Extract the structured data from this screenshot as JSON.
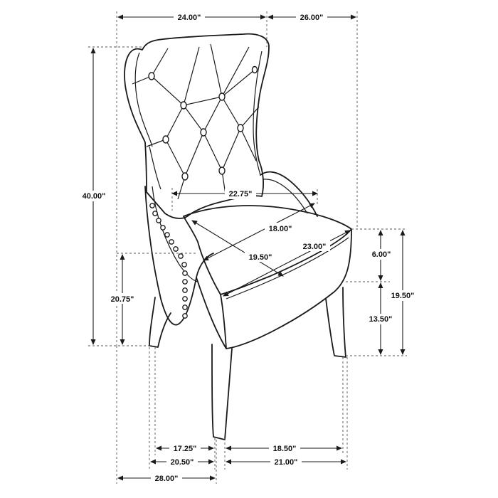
{
  "dimensions": {
    "overall_width": "24.00\"",
    "overall_depth": "26.00\"",
    "overall_height": "40.00\"",
    "seat_height": "20.75\"",
    "inner_width": "22.75\"",
    "seat_width": "18.00\"",
    "seat_diagonal": "19.50\"",
    "seat_depth": "23.00\"",
    "arm_rise": "6.00\"",
    "arm_height": "19.50\"",
    "lower_height": "13.50\"",
    "front_leg_span": "17.25\"",
    "side_leg_span": "18.50\"",
    "front_base": "20.50\"",
    "side_base": "21.00\"",
    "base_width": "28.00\""
  }
}
